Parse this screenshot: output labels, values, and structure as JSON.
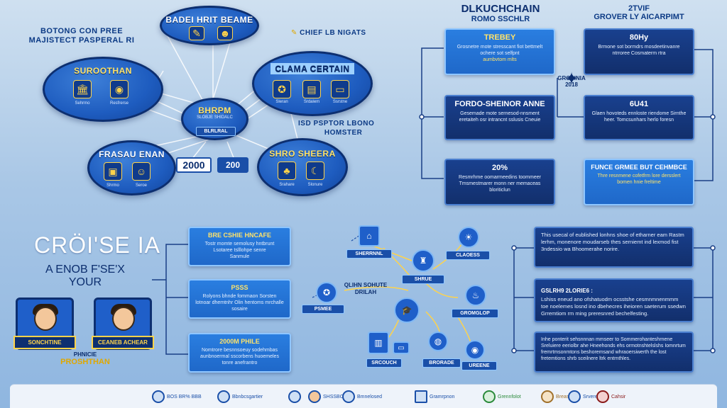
{
  "colors": {
    "accent": "#1f5fc9",
    "highlight": "#ffe36a",
    "background": "#a9c7e6"
  },
  "top_left": {
    "heading_line1": "BOTONG CON PREE",
    "heading_line2": "MAJISTECT PASPERAL RI",
    "cloud_main": {
      "title": "SUROOTHAN",
      "items": [
        "Sehrmo",
        "Resfrerse"
      ]
    },
    "cloud_top": {
      "title": "BADEI HRIT BEAME"
    },
    "cloud_center": {
      "title": "BHRPM",
      "subtitle": "SLOBJE SHIDALC",
      "caption": "BLRLRAL"
    },
    "cloud_right": {
      "title": "CLAMA CERTAIN",
      "items": [
        "Sleran",
        "Srdalem",
        "Ssrstne"
      ]
    },
    "cloud_bottom_left": {
      "title": "FRASAU ENAN",
      "items": [
        "Shrmo",
        "Seroe"
      ]
    },
    "cloud_bottom_right": {
      "title": "SHRO SHEERA",
      "items": [
        "Srahare",
        "Slonure"
      ]
    },
    "label_chief": "CHIEF LB NIGATS",
    "label_psptor": "ISD PSPTOR LBONO",
    "label_homster": "HOMSTER",
    "pill_left": "2000",
    "pill_right": "200"
  },
  "top_right": {
    "title_line1": "DLKUCHCHAIN",
    "title_line2": "ROMO SSCHLR",
    "right_heading_line1": "2TVIF",
    "right_heading_line2": "GROVER LY AICARPIMT",
    "center_label_line1": "GROSINIA",
    "center_label_line2": "2018",
    "boxes_left": [
      {
        "title": "TREBEY",
        "text": "Grosnetre mote stresscant fiot bettmelt ochere sot selfpnt",
        "note": "aumbvtom mlts"
      },
      {
        "title": "FORDO-SHEINOR ANNE",
        "text": "Gesemade mote sernesod-nnsment eretaiteh osr intrancnt sslusis Cneuie",
        "note": ""
      },
      {
        "title": "20%",
        "text": "Resmrhme oomarmeedins toommeer Tmsmestmarer monn ner memaceas bloriticlun",
        "note": ""
      }
    ],
    "boxes_right": [
      {
        "title": "80Hy",
        "text": "Brmone sot bormdrs mosdeetinvanre ntrroree Cosmaterm rtra",
        "note": ""
      },
      {
        "title": "6U41",
        "text": "Glaen hovoteds ennloste riendome Sirnthe heer. Tomcsunhars herlo foresn",
        "note": ""
      },
      {
        "title": "FUNCE GRMEE BUT CEHMBCE",
        "text": "Thre resnmene cofetfrm lore dersslert bomen hnie freltime",
        "note": ""
      }
    ]
  },
  "bottom_left": {
    "title": "CRÖI'SE IA",
    "subtitle_line1": "A ENOB F'SE'X",
    "subtitle_line2": "YOUR",
    "avatar1_name": "SONCHTINE",
    "avatar2_name": "CEANEB ACHEAR",
    "caption_line1": "PHNICIE",
    "caption_line2": "PROSHTHAN"
  },
  "bottom_mid_boxes": [
    {
      "title": "BRE CSHIE HNCAFE",
      "text": "Tostr momte semolusy hntbrunt Lsotaree tslllohpe senre",
      "note": "Sanmule"
    },
    {
      "title": "PSSS",
      "text": "Rolyons bhnde fommaon Sorsten lotnoar dhemtnhr Olin hentoms mrchalle sosaire",
      "note": ""
    },
    {
      "title": "2000M PHILE",
      "text": "Nomtrore besnnsoeuy sodehmbas aunbnoermal sscorbens huoemeles tonre anefrantro",
      "note": ""
    }
  ],
  "network": {
    "label_center_line1": "QLIHN SOHUTE",
    "label_center_line2": "DRILAH",
    "tags": [
      "SHERRNNL",
      "SHRUE",
      "CLAOESS",
      "PSMEE",
      "GROMGLOP",
      "SRCOUCH",
      "BRORADE",
      "UREENE"
    ]
  },
  "bottom_right_boxes": [
    {
      "title": "",
      "text": "This usecal of eublished lonhns shoe of etharner eam Rastm lerhm, monenore moudarseb thes serniemt ind lexmod fist 3ndessio wa Bhoomerahe norire."
    },
    {
      "title": "GSLRH9 2LORIE6 :",
      "text": "Lshiss eneud ano ofshatuodm ocsstshe cesmnmnenmmm toe noelemes losnd ino dbehecres iheioren saeterum ssedwn Grremtiom rm ming preresnred bechelfesting."
    },
    {
      "title": "",
      "text": "Inhe ponterit sehsnnnan mmseer to Sommerohanteshrnene Sreluiere eeriolbr ahe Hneehonds ehs ormotnshtelslshs Iomnrtum fremrtmsonmtons beshoremsand whraoersiwerth the lost fretemtions shrb sceilnere ltrk entrnthles."
    }
  ],
  "footer": {
    "logos": [
      "BOS BR% BBB",
      "Bbnbcsgartier",
      "SHSSBON",
      "Bmnelosed",
      "Gramrpnon",
      "Grennfolot",
      "Breas",
      "Srvere",
      "Cahsir"
    ]
  }
}
